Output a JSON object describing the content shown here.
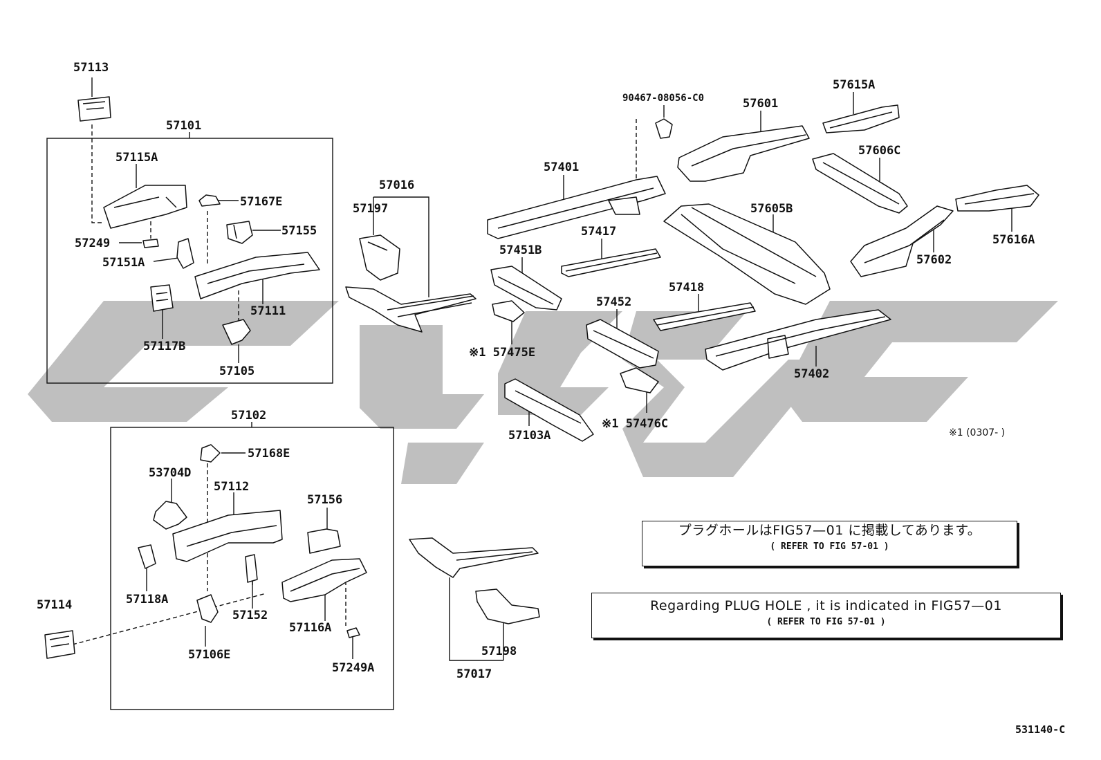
{
  "watermark": {
    "text": "کشک",
    "color": "#bfbfbf"
  },
  "labels": {
    "l57113": "57113",
    "l57101": "57101",
    "l57115A": "57115A",
    "l57167E": "57167E",
    "l57155": "57155",
    "l57249": "57249",
    "l57151A": "57151A",
    "l57111": "57111",
    "l57117B": "57117B",
    "l57105": "57105",
    "l57016": "57016",
    "l57197": "57197",
    "l57102": "57102",
    "l57168E": "57168E",
    "l53704D": "53704D",
    "l57112": "57112",
    "l57156": "57156",
    "l57118A": "57118A",
    "l57152": "57152",
    "l57116A": "57116A",
    "l57114": "57114",
    "l57106E": "57106E",
    "l57249A": "57249A",
    "l57017": "57017",
    "l57198": "57198",
    "l57401": "57401",
    "l57417": "57417",
    "l57451B": "57451B",
    "l57475E": "※1 57475E",
    "l57103A": "57103A",
    "l57452": "57452",
    "l57476C": "※1 57476C",
    "l57418": "57418",
    "l57402": "57402",
    "l90467": "90467-08056-C0",
    "l57601": "57601",
    "l57615A": "57615A",
    "l57606C": "57606C",
    "l57605B": "57605B",
    "l57616A": "57616A",
    "l57602": "57602"
  },
  "footnote": "※1 (0307-      )",
  "note_jp": {
    "main": "プラグホールはFIG57—01 に掲載してあります。",
    "ref": "(     REFER TO FIG 57-01     )"
  },
  "note_en": {
    "main": "Regarding PLUG HOLE , it is indicated in FIG57—01",
    "ref": "(     REFER TO FIG 57-01     )"
  },
  "figure_code": "531140-C"
}
